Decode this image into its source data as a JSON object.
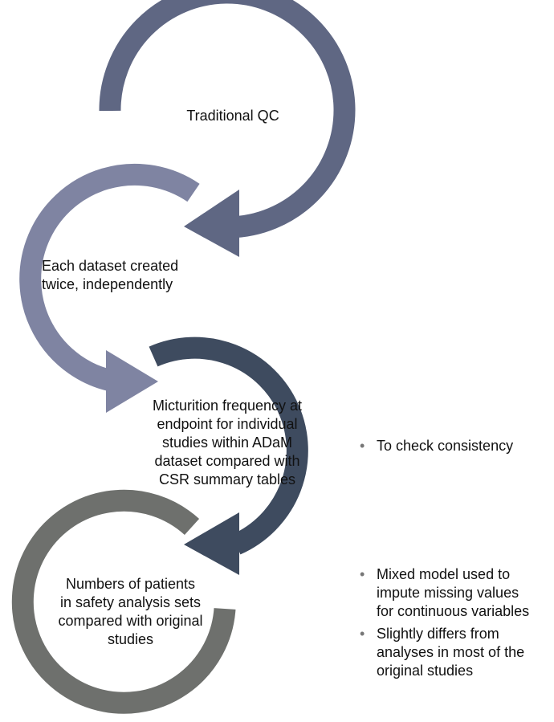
{
  "colors": {
    "ring_1": "#5f6783",
    "ring_2": "#7f84a2",
    "ring_3": "#3e4b5f",
    "ring_4": "#6e706d",
    "bullet": "#777777",
    "text": "#111111"
  },
  "steps": [
    {
      "lines": [
        "Traditional QC"
      ]
    },
    {
      "lines": [
        "Each dataset created",
        "twice, independently"
      ]
    },
    {
      "lines": [
        "Micturition frequency at",
        "endpoint for individual",
        "studies within ADaM",
        "dataset compared with",
        "CSR summary tables"
      ]
    },
    {
      "lines": [
        "Numbers of patients",
        "in safety analysis sets",
        "compared with original",
        "studies"
      ]
    }
  ],
  "notes": [
    {
      "items": [
        {
          "lines": [
            "To check consistency"
          ]
        }
      ]
    },
    {
      "items": [
        {
          "lines": [
            "Mixed model used to",
            "impute missing values",
            "for continuous variables"
          ]
        },
        {
          "lines": [
            "Slightly differs from",
            "analyses in most of the",
            "original studies"
          ]
        }
      ]
    }
  ]
}
